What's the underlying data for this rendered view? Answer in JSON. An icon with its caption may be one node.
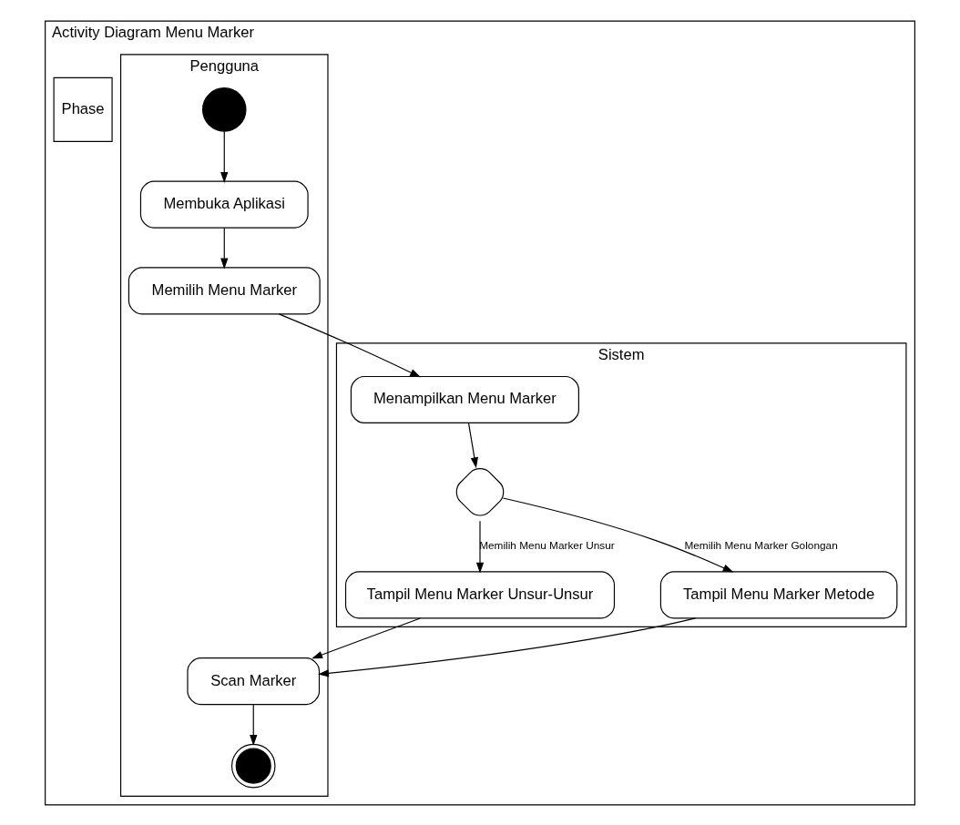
{
  "diagram": {
    "nodes": [
      {
        "text": [
          "Activity Diagram Menu Marker"
        ]
      },
      {
        "text": [
          "Phase"
        ],
        "in": 0
      },
      {
        "text": [
          "Pengguna"
        ],
        "in": 0
      },
      {
        "text": [
          "Sistem"
        ],
        "in": 0
      },
      {
        "text": [],
        "shape": "circle",
        "in": 2
      },
      {
        "text": [
          "Membuka Aplikasi"
        ],
        "in": 2
      },
      {
        "text": [
          "Memilih Menu Marker"
        ],
        "in": 2
      },
      {
        "text": [
          "Scan Marker"
        ],
        "in": 2
      },
      {
        "text": [],
        "shape": "circle",
        "in": 2
      },
      {
        "text": [
          "Menampilkan Menu Marker"
        ],
        "in": 3
      },
      {
        "text": [],
        "shape": "diamond",
        "in": 3
      },
      {
        "text": [
          "Tampil Menu Marker Unsur-Unsur"
        ],
        "in": 3
      },
      {
        "text": [
          "Tampil Menu Marker Metode"
        ],
        "in": 3
      }
    ],
    "edges": [
      {
        "from": 4,
        "to": 5,
        "arrow": "to"
      },
      {
        "from": 5,
        "to": 6,
        "arrow": "to"
      },
      {
        "from": 6,
        "to": 9,
        "arrow": "to"
      },
      {
        "from": 9,
        "to": 10,
        "arrow": "to"
      },
      {
        "from": 10,
        "to": 11,
        "arrow": "to",
        "label": "Memilih Menu Marker Unsur"
      },
      {
        "from": 10,
        "to": 12,
        "arrow": "to",
        "label": "Memilih Menu Marker Golongan"
      },
      {
        "from": 11,
        "to": 7,
        "arrow": "to"
      },
      {
        "from": 12,
        "to": 7,
        "arrow": "to"
      },
      {
        "from": 7,
        "to": 8,
        "arrow": "to"
      }
    ]
  }
}
